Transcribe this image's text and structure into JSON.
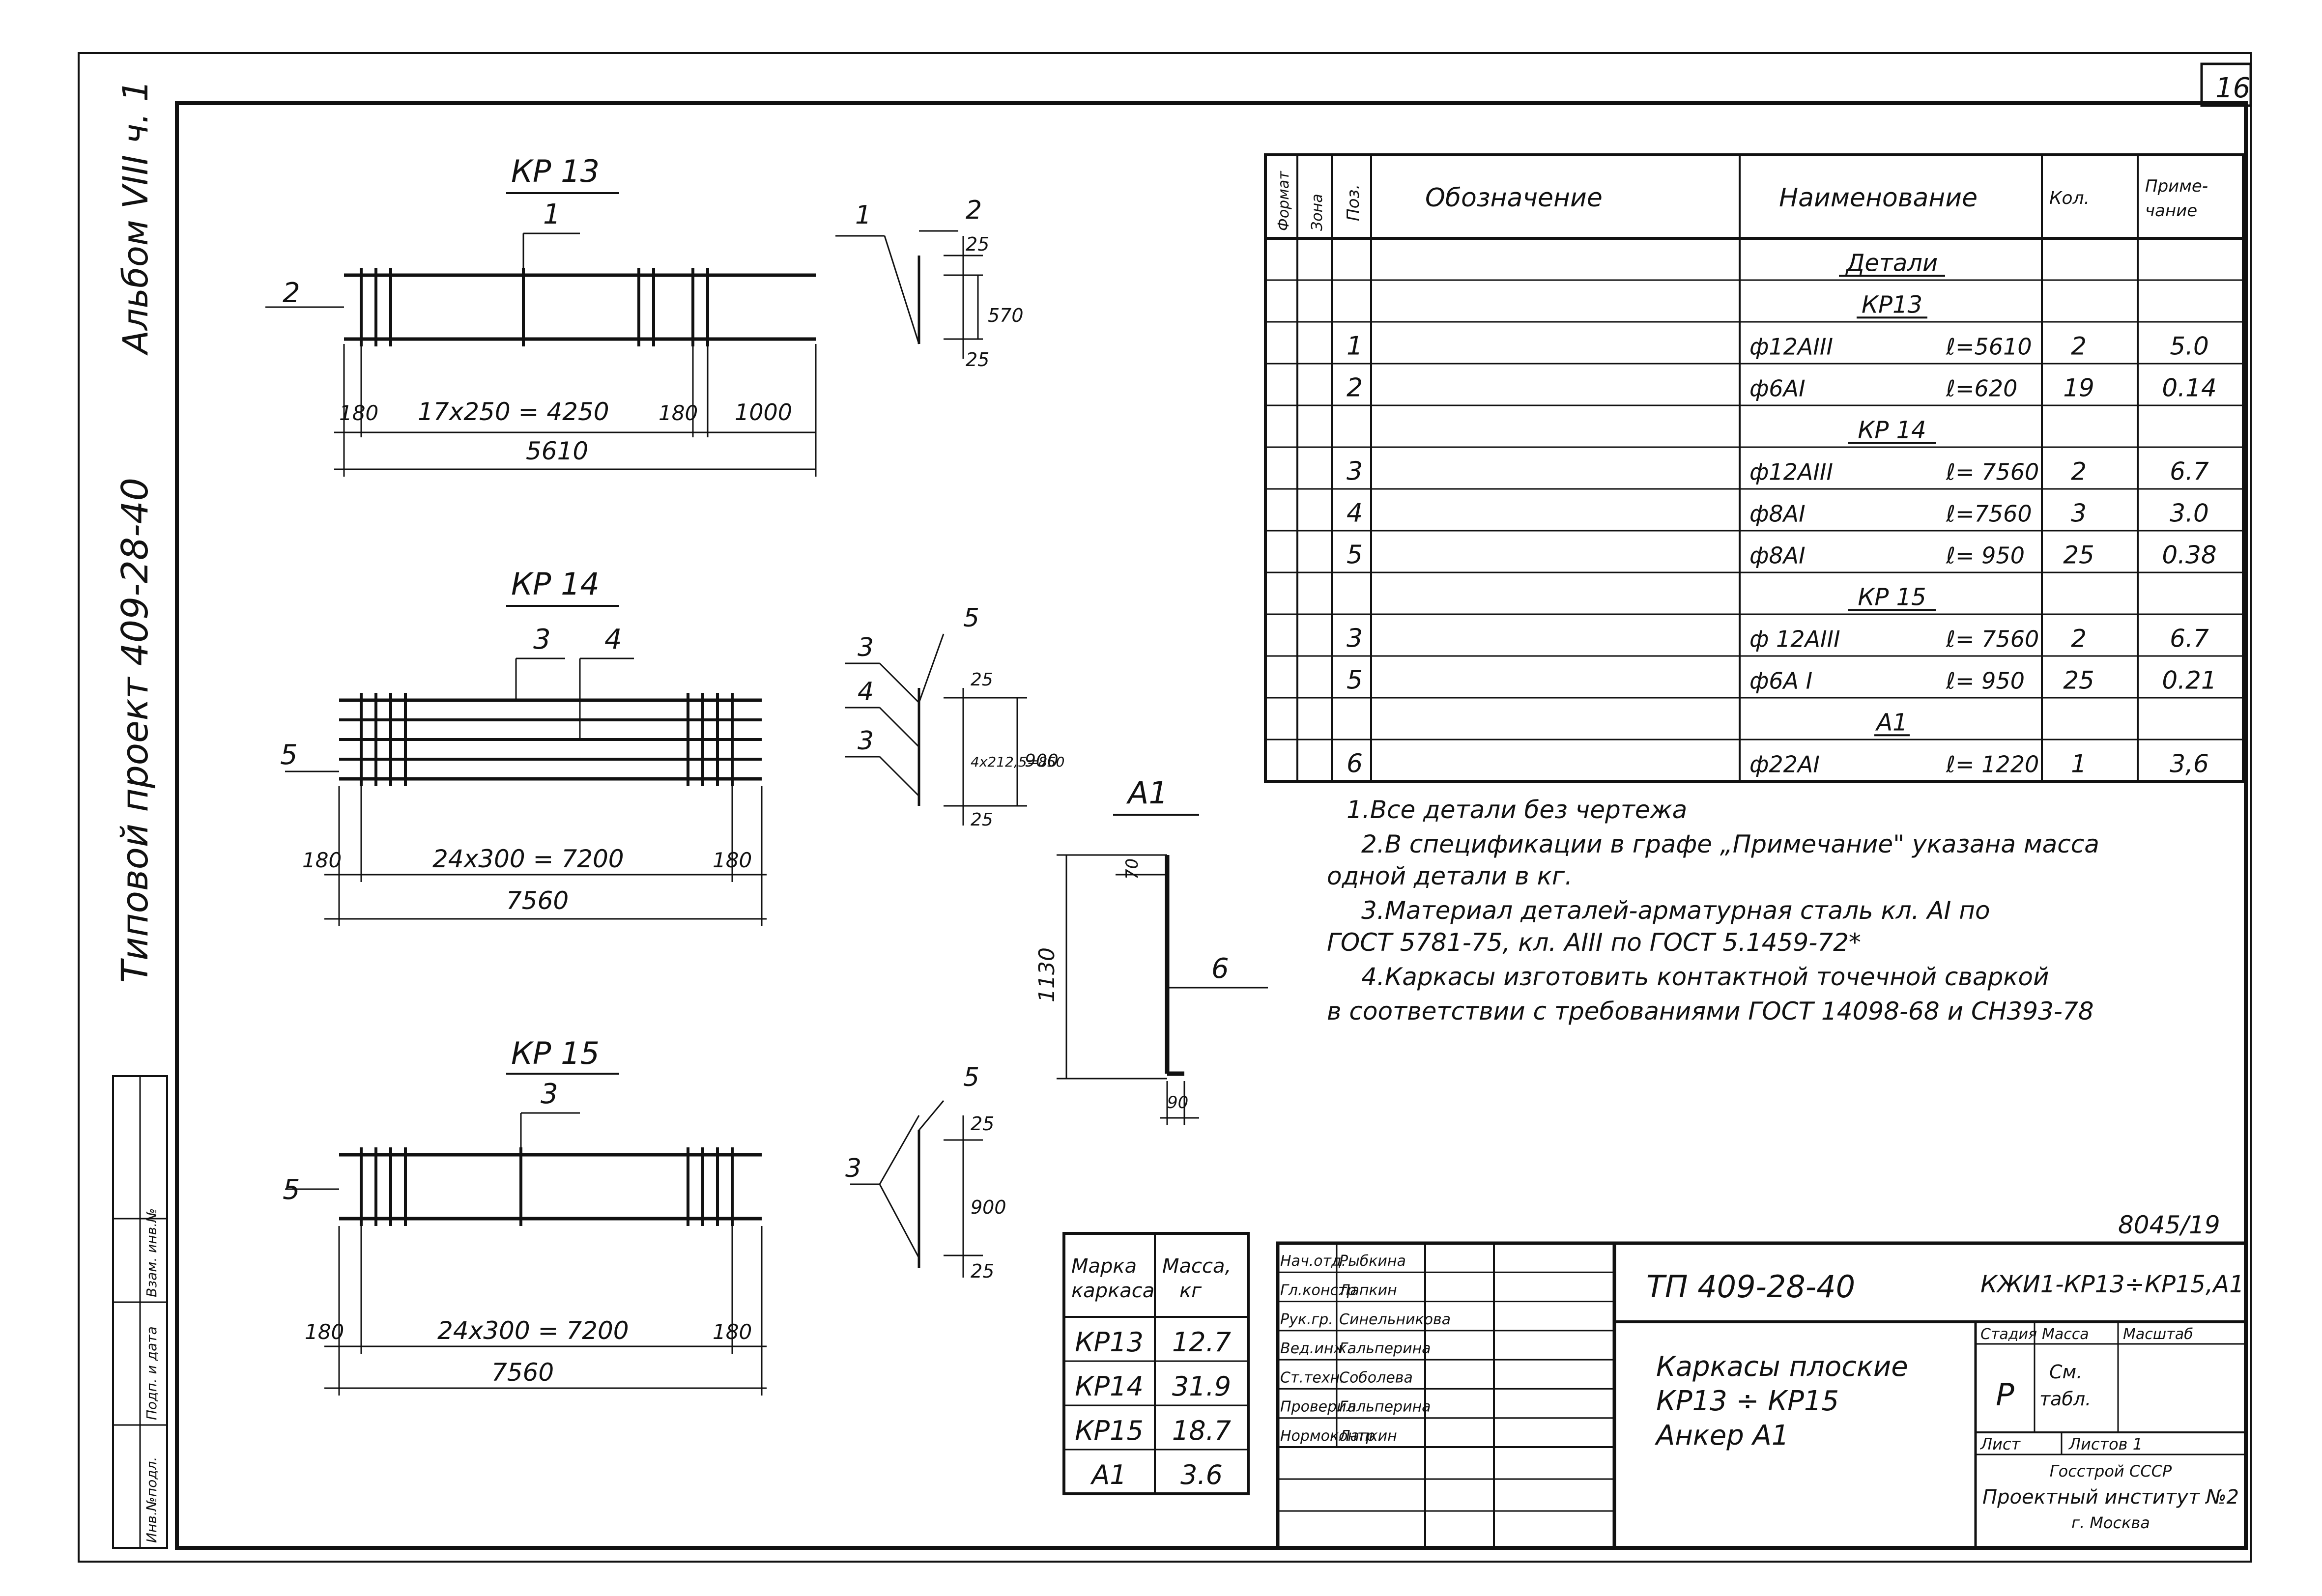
{
  "sheet_number": "16",
  "sidebar_title": "Типовой проект 409-28-40",
  "sidebar_album": "Альбом VIII ч. 1",
  "sidebar_stamp_cols": [
    "Инв.№подл.",
    "Подп. и дата",
    "Взам. инв.№"
  ],
  "doc_number": "8045/19",
  "frames": {
    "kr13": {
      "title": "КР 13",
      "pos_top": "1",
      "pos_left": "2",
      "dim_a": "180",
      "dim_b": "17х250 = 4250",
      "dim_c": "180",
      "dim_d": "1000",
      "dim_total": "5610",
      "sec_pos_a": "1",
      "sec_pos_b": "2",
      "sec_d1": "25",
      "sec_d2": "570",
      "sec_d3": "25"
    },
    "kr14": {
      "title": "КР 14",
      "pos_a": "3",
      "pos_b": "4",
      "pos_left": "5",
      "dim_a": "180",
      "dim_b": "24х300 = 7200",
      "dim_c": "180",
      "dim_total": "7560",
      "sec_pos_a": "5",
      "sec_pos_b": "3",
      "sec_pos_c": "4",
      "sec_pos_d": "3",
      "sec_d1": "25",
      "sec_d2": "4х212,5=850",
      "sec_d3": "25",
      "sec_d4": "900"
    },
    "kr15": {
      "title": "КР 15",
      "pos_a": "3",
      "pos_left": "5",
      "dim_a": "180",
      "dim_b": "24х300 = 7200",
      "dim_c": "180",
      "dim_total": "7560",
      "sec_pos_a": "5",
      "sec_pos_b": "3",
      "sec_d1": "25",
      "sec_d2": "900",
      "sec_d3": "25"
    },
    "a1": {
      "title": "А1",
      "pos": "6",
      "d1": "70",
      "d2": "1130",
      "d3": "90"
    }
  },
  "spec": {
    "headers": {
      "format": "Формат",
      "zone": "Зона",
      "pos": "Поз.",
      "designation": "Обозначение",
      "name": "Наименование",
      "qty": "Кол.",
      "note": "Приме-чание"
    },
    "rows": [
      {
        "pos": "",
        "name": "Детали",
        "len": "",
        "qty": "",
        "note": "",
        "heading": true
      },
      {
        "pos": "",
        "name": "КР13",
        "len": "",
        "qty": "",
        "note": "",
        "heading": true
      },
      {
        "pos": "1",
        "name": "ф12АIII",
        "len": "ℓ=5610",
        "qty": "2",
        "note": "5.0"
      },
      {
        "pos": "2",
        "name": "ф6АI",
        "len": "ℓ=620",
        "qty": "19",
        "note": "0.14"
      },
      {
        "pos": "",
        "name": "КР 14",
        "len": "",
        "qty": "",
        "note": "",
        "heading": true
      },
      {
        "pos": "3",
        "name": "ф12АIII",
        "len": "ℓ= 7560",
        "qty": "2",
        "note": "6.7"
      },
      {
        "pos": "4",
        "name": "ф8АI",
        "len": "ℓ=7560",
        "qty": "3",
        "note": "3.0"
      },
      {
        "pos": "5",
        "name": "ф8АI",
        "len": "ℓ= 950",
        "qty": "25",
        "note": "0.38"
      },
      {
        "pos": "",
        "name": "КР 15",
        "len": "",
        "qty": "",
        "note": "",
        "heading": true
      },
      {
        "pos": "3",
        "name": "ф 12АIII",
        "len": "ℓ= 7560",
        "qty": "2",
        "note": "6.7"
      },
      {
        "pos": "5",
        "name": "ф6А I",
        "len": "ℓ= 950",
        "qty": "25",
        "note": "0.21"
      },
      {
        "pos": "",
        "name": "А1",
        "len": "",
        "qty": "",
        "note": "",
        "heading": true
      },
      {
        "pos": "6",
        "name": "ф22АI",
        "len": "ℓ= 1220",
        "qty": "1",
        "note": "3,6"
      }
    ]
  },
  "notes": [
    "1.Все детали без чертежа",
    "2.В спецификации в графе „Примечание\" указана масса",
    "одной детали в кг.",
    "3.Материал деталей-арматурная сталь кл. АI по",
    "ГОСТ 5781-75, кл. АIII по ГОСТ 5.1459-72*",
    "4.Каркасы изготовить контактной точечной сваркой",
    "в соответствии с требованиями ГОСТ 14098-68 и СН393-78"
  ],
  "mass_table": {
    "header_mark": "Марка каркаса",
    "header_mass": "Масса, кг",
    "rows": [
      {
        "mark": "КР13",
        "mass": "12.7"
      },
      {
        "mark": "КР14",
        "mass": "31.9"
      },
      {
        "mark": "КР15",
        "mass": "18.7"
      },
      {
        "mark": "А1",
        "mass": "3.6"
      }
    ]
  },
  "title_block": {
    "roles": [
      {
        "role": "Нач.отд.",
        "name": "Рыбкина"
      },
      {
        "role": "Гл.констр",
        "name": "Лапкин"
      },
      {
        "role": "Рук.гр.",
        "name": "Синельникова"
      },
      {
        "role": "Вед.инж.",
        "name": "Гальперина"
      },
      {
        "role": "Ст.техн.",
        "name": "Соболева"
      },
      {
        "role": "Проверил",
        "name": "Гальперина"
      },
      {
        "role": "Нормоконтр",
        "name": "Лапкин"
      }
    ],
    "project": "ТП 409-28-40",
    "code": "КЖИ1-КР13÷КР15,А1",
    "name_line1": "Каркасы плоские",
    "name_line2": "КР13 ÷ КР15",
    "name_line3": "Анкер А1",
    "stage_label": "Стадия",
    "mass_label": "Масса",
    "scale_label": "Масштаб",
    "stage_value": "Р",
    "mass_value": "См. табл.",
    "sheet_label": "Лист",
    "sheets_label": "Листов 1",
    "org1": "Госстрой СССР",
    "org2": "Проектный институт №2",
    "org3": "г. Москва"
  }
}
